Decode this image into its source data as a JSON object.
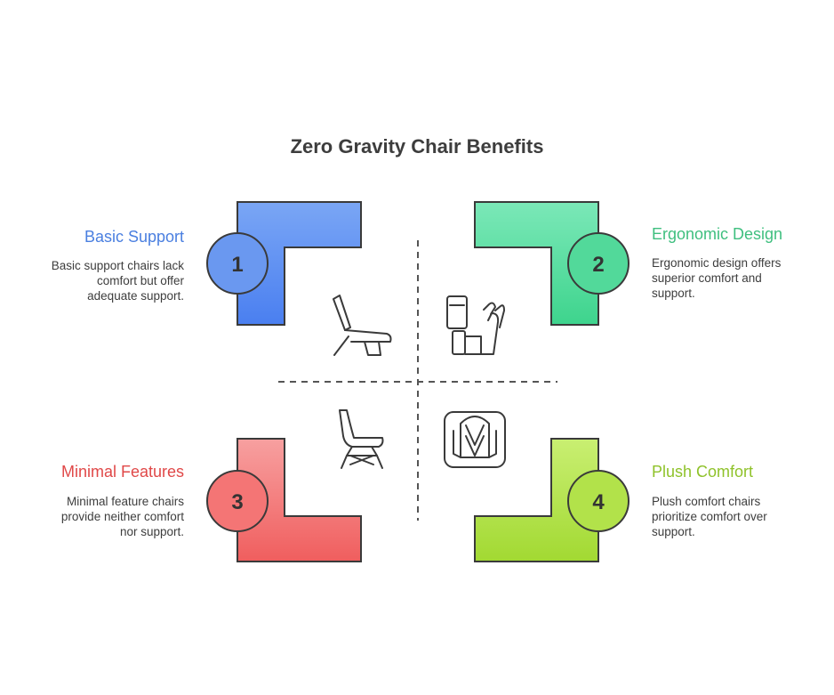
{
  "title": "Zero Gravity Chair Benefits",
  "colors": {
    "blue": "#5b8def",
    "green": "#3fcf8e",
    "red": "#f26d6d",
    "lime": "#a8dd3a",
    "outline": "#3a3a3a",
    "heading_blue": "#4a7fe0",
    "heading_green": "#3fbf7f",
    "heading_red": "#e04848",
    "heading_lime": "#8fc22a"
  },
  "quadrants": [
    {
      "number": "1",
      "heading": "Basic Support",
      "lines": [
        "Basic support chairs lack",
        "comfort but offer",
        "adequate support."
      ],
      "icon": "recliner-chair-icon"
    },
    {
      "number": "2",
      "heading": "Ergonomic Design",
      "lines": [
        "Ergonomic design offers",
        "superior comfort and",
        "support."
      ],
      "icon": "massage-chair-icon"
    },
    {
      "number": "3",
      "heading": "Minimal Features",
      "lines": [
        "Minimal feature chairs",
        "provide neither comfort",
        "nor support."
      ],
      "icon": "eames-chair-icon"
    },
    {
      "number": "4",
      "heading": "Plush Comfort",
      "lines": [
        "Plush comfort chairs",
        "prioritize comfort over",
        "support."
      ],
      "icon": "padded-seat-icon"
    }
  ]
}
